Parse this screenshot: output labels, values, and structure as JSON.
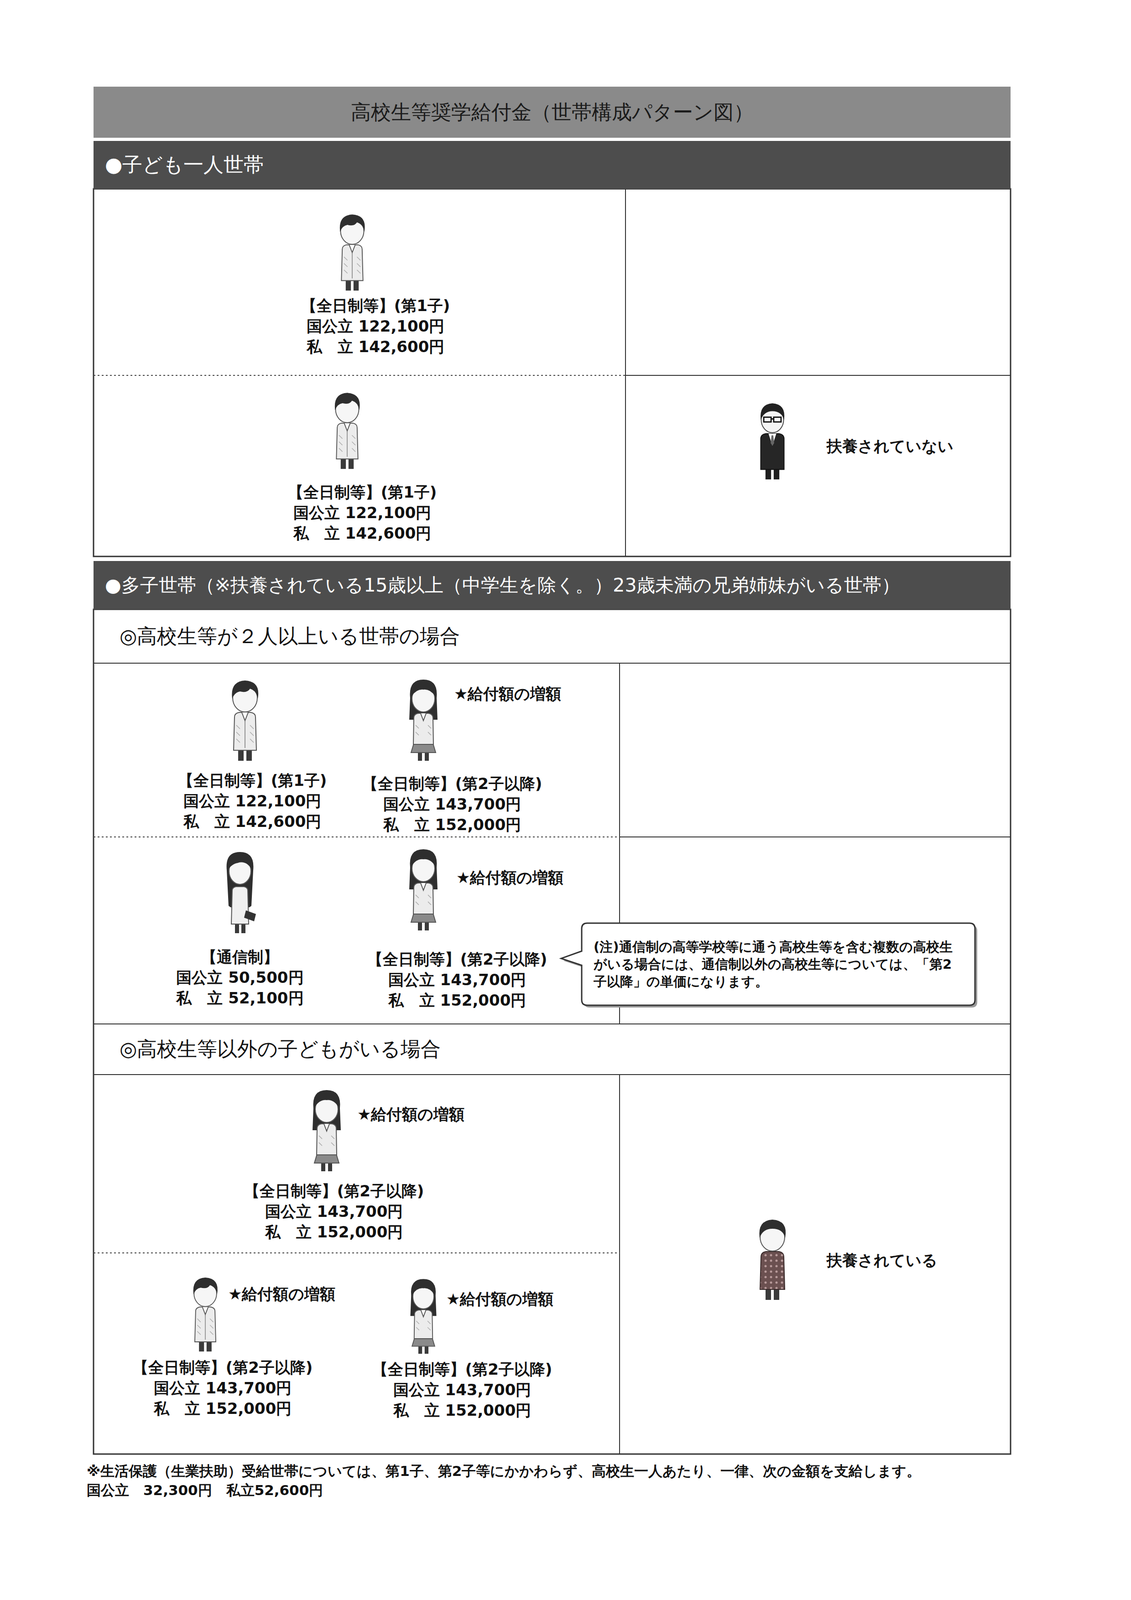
{
  "diagram": {
    "title": "高校生等奨学給付金（世帯構成パターン図）",
    "nodes": [
      {
        "text": [
          "●子ども一人世帯"
        ]
      },
      {
        "text": [
          "【全日制等】(第1子)",
          "国公立 122,100円",
          "私　立 142,600円"
        ]
      },
      {
        "text": [
          "【全日制等】(第1子)",
          "国公立 122,100円",
          "私　立 142,600円"
        ]
      },
      {
        "text": [
          "扶養されていない"
        ]
      },
      {
        "text": [
          "●多子世帯（※扶養されている15歳以上（中学生を除く。）23歳未満の兄弟姉妹がいる世帯）"
        ]
      },
      {
        "text": [
          "◎高校生等が２人以上いる世帯の場合"
        ]
      },
      {
        "text": [
          "【全日制等】(第1子)",
          "国公立 122,100円",
          "私　立 142,600円",
          "★給付額の増額",
          "【全日制等】(第2子以降)",
          "国公立 143,700円",
          "私　立 152,000円"
        ]
      },
      {
        "text": [
          "【通信制】",
          "国公立 50,500円",
          "私　立 52,100円",
          "★給付額の増額",
          "【全日制等】(第2子以降)",
          "国公立 143,700円",
          "私　立 152,000円"
        ]
      },
      {
        "text": [
          "(注)通信制の高等学校等に通う高校生等を含む複数の高校生がいる場合には、通信制以外の高校生等については、「第2子以降」の単価になります。"
        ]
      },
      {
        "text": [
          "◎高校生等以外の子どもがいる場合"
        ]
      },
      {
        "text": [
          "★給付額の増額",
          "【全日制等】(第2子以降)",
          "国公立 143,700円",
          "私　立 152,000円"
        ]
      },
      {
        "text": [
          "★給付額の増額",
          "【全日制等】(第2子以降)",
          "国公立 143,700円",
          "私　立 152,000円",
          "★給付額の増額",
          "【全日制等】(第2子以降)",
          "国公立 143,700円",
          "私　立 152,000円"
        ]
      },
      {
        "text": [
          "扶養されている"
        ]
      }
    ],
    "edges": [],
    "labels": [
      "※生活保護（生業扶助）受給世帯については、第1子、第2子等にかかわらず、高校生一人あたり、一律、次の金額を支給します。",
      "国公立　32,300円　私立52,600円"
    ]
  }
}
